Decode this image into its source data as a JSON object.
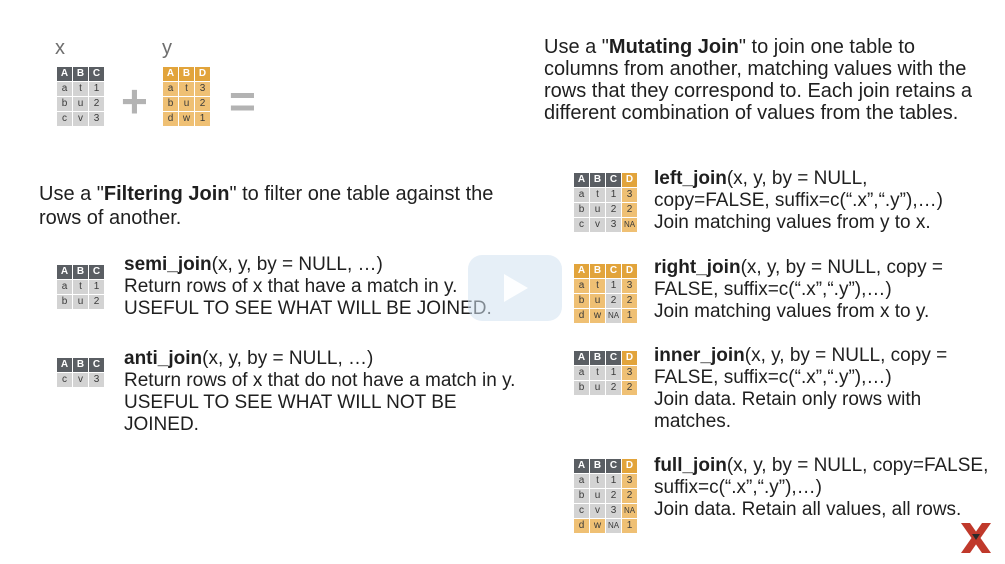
{
  "top": {
    "x_label": "x",
    "y_label": "y",
    "plus": "+",
    "equals": "="
  },
  "tables": {
    "x": [
      [
        "A",
        "B",
        "C"
      ],
      [
        "a",
        "t",
        "1"
      ],
      [
        "b",
        "u",
        "2"
      ],
      [
        "c",
        "v",
        "3"
      ]
    ],
    "y": [
      [
        "A",
        "B",
        "D"
      ],
      [
        "a",
        "t",
        "3"
      ],
      [
        "b",
        "u",
        "2"
      ],
      [
        "d",
        "w",
        "1"
      ]
    ],
    "semi": [
      [
        "A",
        "B",
        "C"
      ],
      [
        "a",
        "t",
        "1"
      ],
      [
        "b",
        "u",
        "2"
      ]
    ],
    "anti": [
      [
        "A",
        "B",
        "C"
      ],
      [
        "c",
        "v",
        "3"
      ]
    ],
    "left": [
      [
        "A",
        "B",
        "C",
        "D"
      ],
      [
        "a",
        "t",
        "1",
        "3"
      ],
      [
        "b",
        "u",
        "2",
        "2"
      ],
      [
        "c",
        "v",
        "3",
        "NA"
      ]
    ],
    "right": [
      [
        "A",
        "B",
        "C",
        "D"
      ],
      [
        "a",
        "t",
        "1",
        "3"
      ],
      [
        "b",
        "u",
        "2",
        "2"
      ],
      [
        "d",
        "w",
        "NA",
        "1"
      ]
    ],
    "inner": [
      [
        "A",
        "B",
        "C",
        "D"
      ],
      [
        "a",
        "t",
        "1",
        "3"
      ],
      [
        "b",
        "u",
        "2",
        "2"
      ]
    ],
    "full": [
      [
        "A",
        "B",
        "C",
        "D"
      ],
      [
        "a",
        "t",
        "1",
        "3"
      ],
      [
        "b",
        "u",
        "2",
        "2"
      ],
      [
        "c",
        "v",
        "3",
        "NA"
      ],
      [
        "d",
        "w",
        "NA",
        "1"
      ]
    ]
  },
  "filtering": {
    "intro_pre": "Use a \"",
    "intro_bold": "Filtering Join",
    "intro_post": "\" to filter one table against the rows of another.",
    "semi": {
      "name": "semi_join",
      "args": "(x, y, by = NULL, …)",
      "desc": "Return rows of x that have a match in y. USEFUL TO SEE WHAT WILL BE JOINED."
    },
    "anti": {
      "name": "anti_join",
      "args": "(x, y, by = NULL, …)",
      "desc": "Return rows of x that do not have a match in y. USEFUL TO SEE WHAT WILL NOT BE JOINED."
    }
  },
  "mutating": {
    "intro_pre": "Use a \"",
    "intro_bold": "Mutating Join",
    "intro_post": "\" to join one table to columns from another, matching values with the rows that they correspond to.  Each join retains a different combination of values from the tables.",
    "left": {
      "name": "left_join",
      "args": "(x, y, by = NULL, copy=FALSE,  suffix=c(“.x”,“.y”),…)",
      "desc": "Join matching values from y to x."
    },
    "right": {
      "name": "right_join",
      "args": "(x, y, by = NULL, copy = FALSE,  suffix=c(“.x”,“.y”),…)",
      "desc": "Join matching values from x to y."
    },
    "inner": {
      "name": "inner_join",
      "args": "(x, y, by = NULL, copy = FALSE,  suffix=c(“.x”,“.y”),…)",
      "desc": "Join data. Retain only rows with matches."
    },
    "full": {
      "name": "full_join",
      "args": "(x, y, by = NULL, copy=FALSE,  suffix=c(“.x”,“.y”),…)",
      "desc": "Join data. Retain all values, all rows."
    }
  },
  "colors": {
    "gray_header": "#5a5e63",
    "orange_header": "#e2a43b",
    "gray_cell": "#d3d3d3",
    "orange_cell": "#efc074",
    "logo_red": "#c0392b"
  },
  "icons": {
    "play": "play-icon",
    "logo": "x-logo-icon"
  }
}
